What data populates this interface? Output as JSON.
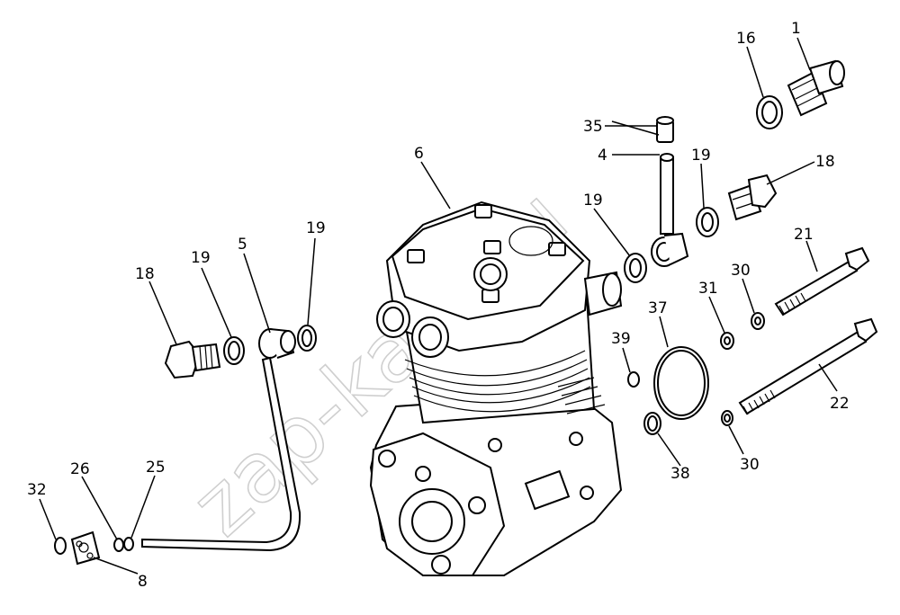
{
  "diagram": {
    "watermark": "zap-kam.ru",
    "callouts": [
      {
        "id": "c1",
        "text": "1"
      },
      {
        "id": "c16",
        "text": "16"
      },
      {
        "id": "c35",
        "text": "35"
      },
      {
        "id": "c4",
        "text": "4"
      },
      {
        "id": "c19a",
        "text": "19"
      },
      {
        "id": "c18a",
        "text": "18"
      },
      {
        "id": "c6",
        "text": "6"
      },
      {
        "id": "c19b",
        "text": "19"
      },
      {
        "id": "c21",
        "text": "21"
      },
      {
        "id": "c19c",
        "text": "19"
      },
      {
        "id": "c5",
        "text": "5"
      },
      {
        "id": "c19d",
        "text": "19"
      },
      {
        "id": "c18b",
        "text": "18"
      },
      {
        "id": "c37",
        "text": "37"
      },
      {
        "id": "c31",
        "text": "31"
      },
      {
        "id": "c30a",
        "text": "30"
      },
      {
        "id": "c39",
        "text": "39"
      },
      {
        "id": "c22",
        "text": "22"
      },
      {
        "id": "c26",
        "text": "26"
      },
      {
        "id": "c25",
        "text": "25"
      },
      {
        "id": "c32",
        "text": "32"
      },
      {
        "id": "c38",
        "text": "38"
      },
      {
        "id": "c30b",
        "text": "30"
      },
      {
        "id": "c8",
        "text": "8"
      }
    ]
  }
}
